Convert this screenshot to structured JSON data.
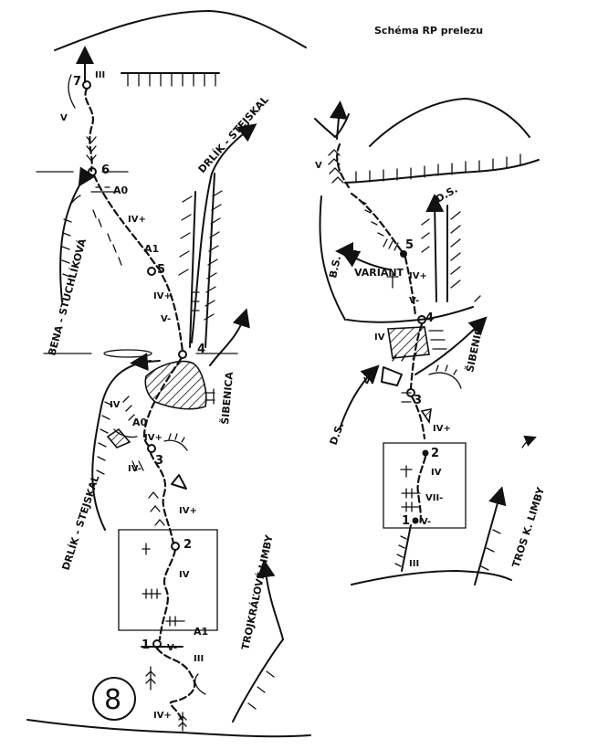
{
  "title": "Schéma RP prelezu",
  "left_topo": {
    "routes": {
      "drlik_stejskal_top": "DRLÍK - STEJSKAL",
      "bena_stuchlikova": "BENA - STUCHLÍKOVÁ",
      "sibenica": "ŠIBENICA",
      "drlik_stejskal_bottom": "DRLÍK - STEJSKAL",
      "trojkralove_limby": "TROJKRÁĽOVÉ LIMBY"
    },
    "belays": [
      "1",
      "2",
      "3",
      "4",
      "5",
      "6",
      "7"
    ],
    "grades": {
      "g_top_III": "III",
      "g_V_top": "V",
      "g_A0_6": "A0",
      "g_IVplus_a": "IV+",
      "g_A1_5": "A1",
      "g_IVplus_b": "IV+",
      "g_Vminus": "V-",
      "g_IV_left": "IV",
      "g_A0_3": "A0",
      "g_IVplus_c": "IV+",
      "g_IVminus": "IV-",
      "g_IVplus_d": "IV+",
      "g_IV_2": "IV",
      "g_A1_1": "A1",
      "g_Vminus_1": "V-",
      "g_III_bottom": "III",
      "g_IVplus_bottom": "IV+"
    },
    "route_number": "8"
  },
  "right_topo": {
    "routes": {
      "ds_top": "D.S.",
      "bs": "B.S.",
      "sibenica": "ŠIBENICA",
      "ds_bottom": "D.S.",
      "tros_k_limby": "TROS K. LIMBY"
    },
    "belays": [
      "1",
      "2",
      "3",
      "4",
      "5"
    ],
    "grades": {
      "g_V": "V",
      "g_variant": "VARIANT",
      "g_IVplus_top": "IV+",
      "g_Vminus": "V-",
      "g_IV": "IV",
      "g_VI": "VI",
      "g_IVplus_mid": "IV+",
      "g_IV_2": "IV",
      "g_VIIminus": "VII-",
      "g_Vminus_bottom": "V-",
      "g_III": "III"
    }
  }
}
